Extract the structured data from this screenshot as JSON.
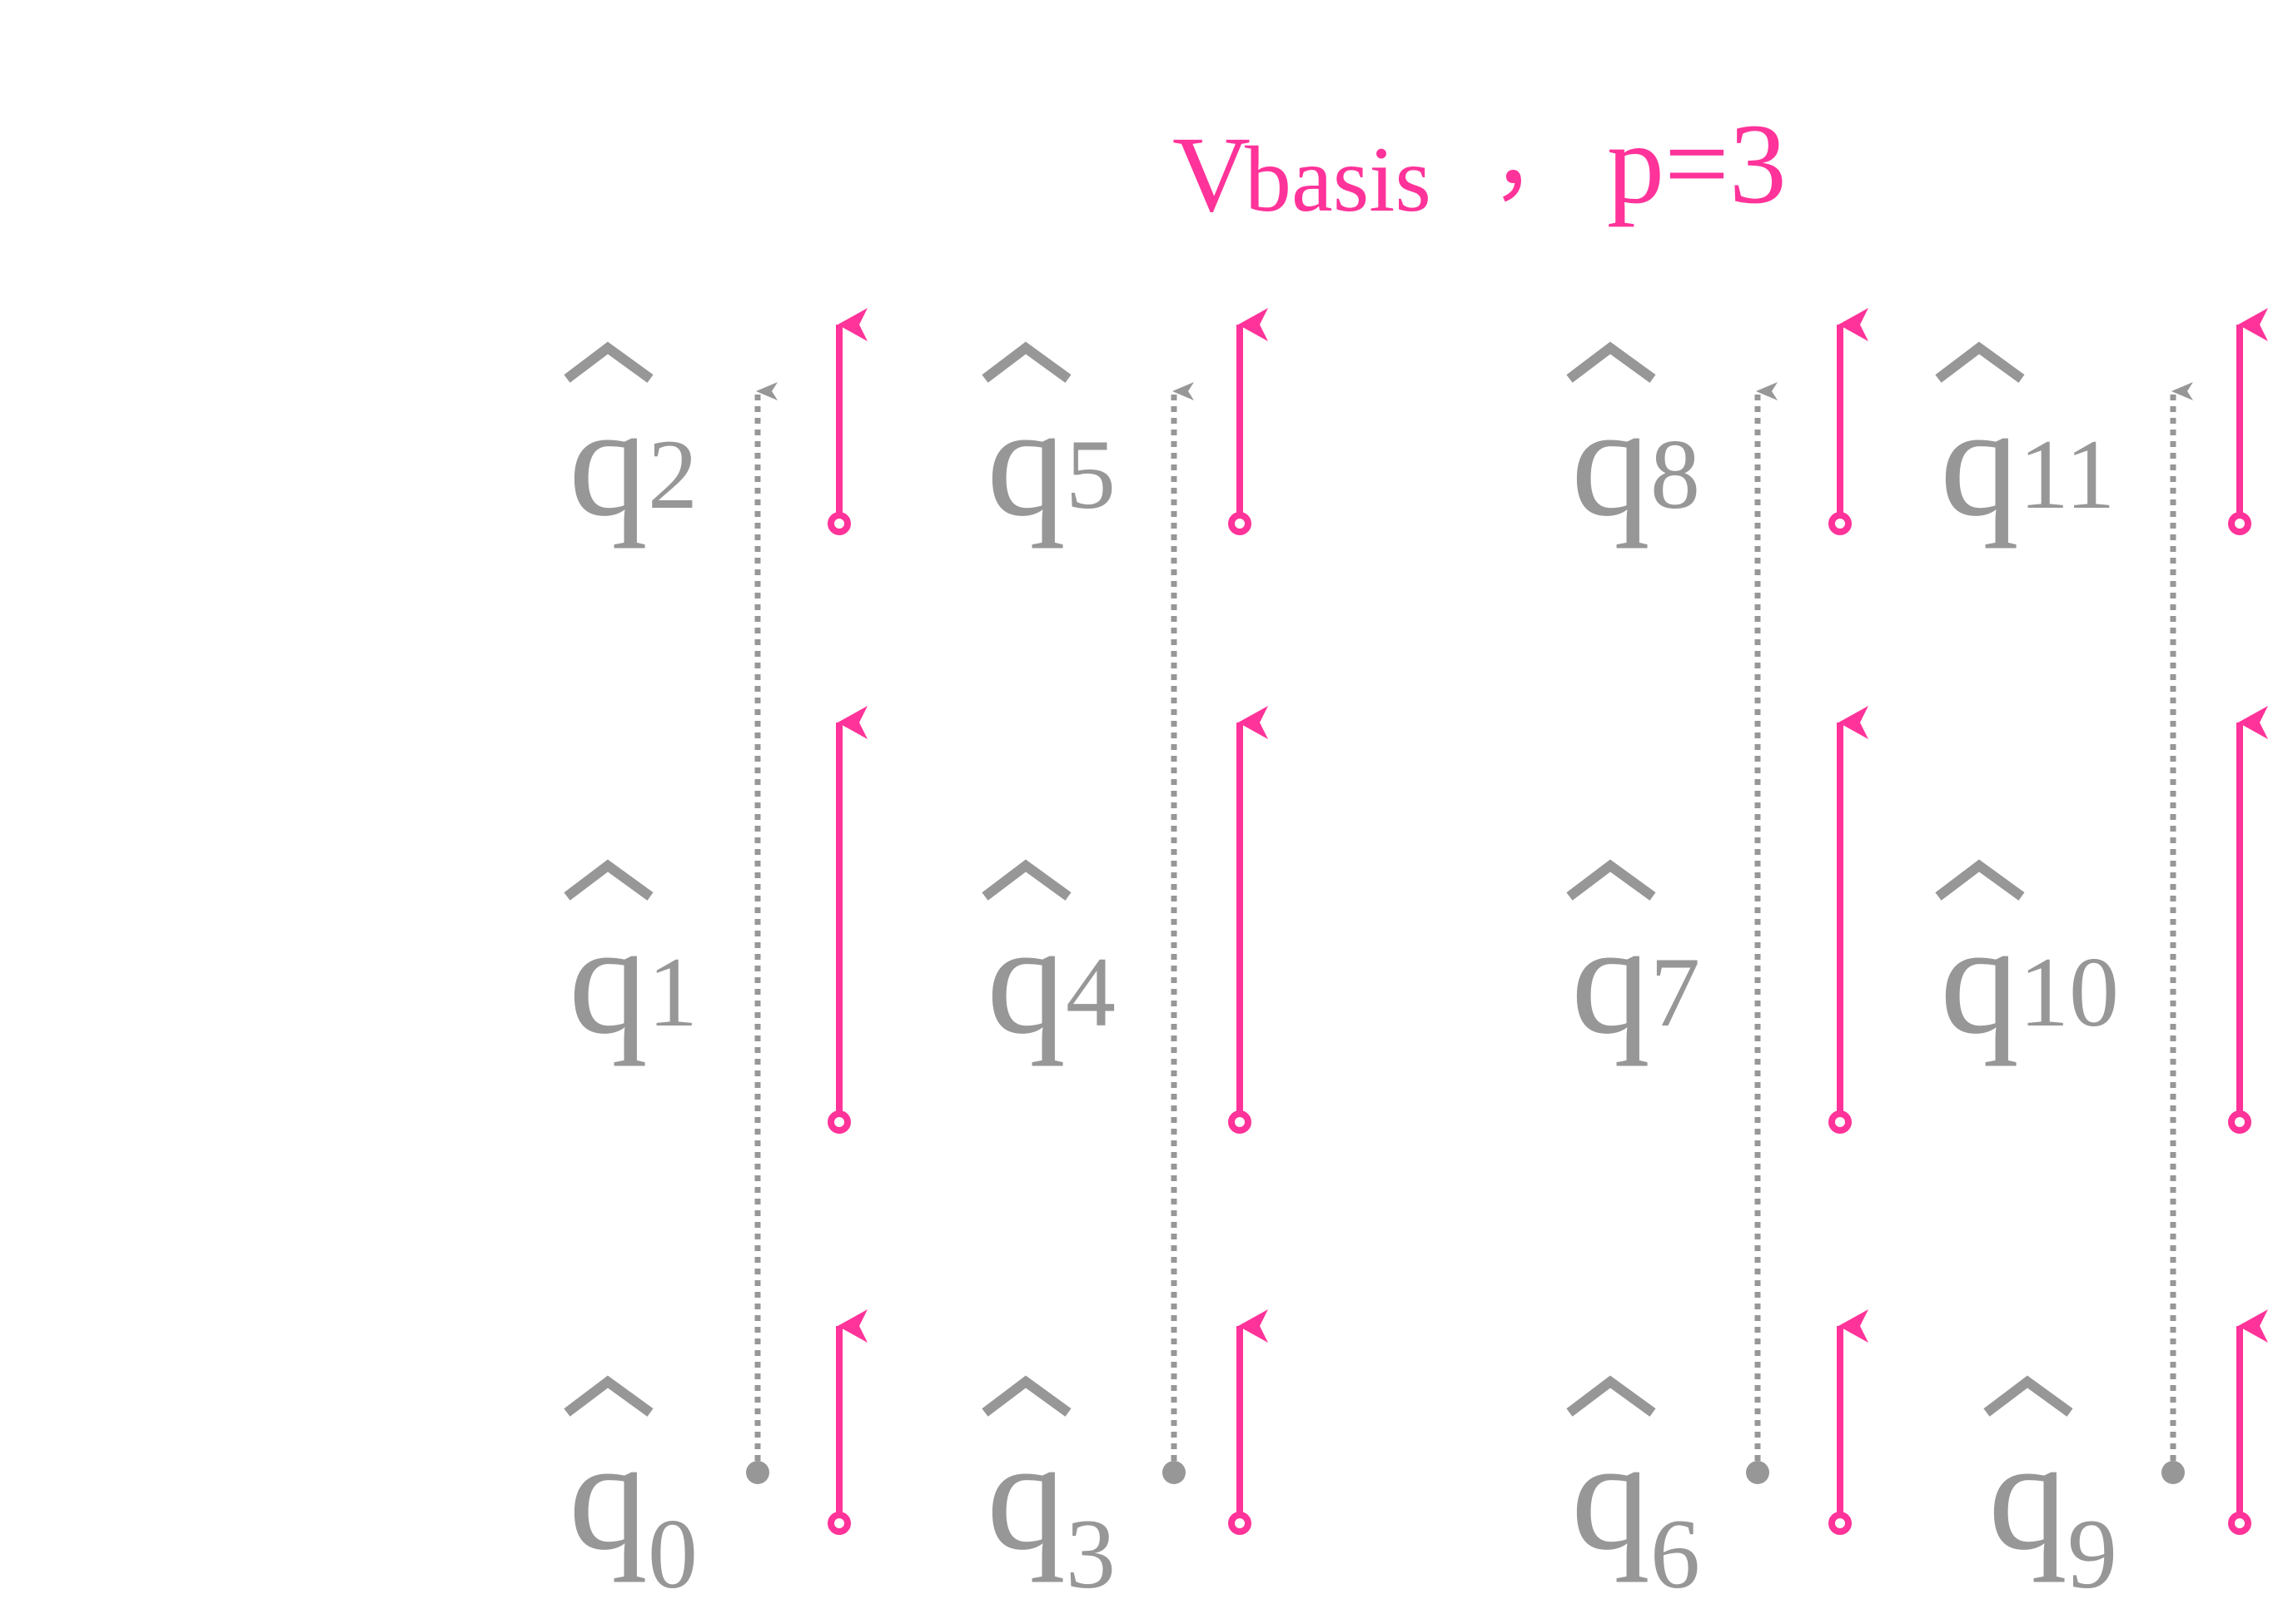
{
  "title": {
    "v_letter": "V",
    "v_subscript": "basis",
    "comma": "，",
    "p_text": "p=3"
  },
  "colors": {
    "accent": "#ff3399",
    "gray": "#979797",
    "background": "#ffffff"
  },
  "columns": [
    {
      "qubits": [
        {
          "base": "q",
          "sub": "0"
        },
        {
          "base": "q",
          "sub": "1"
        },
        {
          "base": "q",
          "sub": "2"
        }
      ]
    },
    {
      "qubits": [
        {
          "base": "q",
          "sub": "3"
        },
        {
          "base": "q",
          "sub": "4"
        },
        {
          "base": "q",
          "sub": "5"
        }
      ]
    },
    {
      "qubits": [
        {
          "base": "q",
          "sub": "6"
        },
        {
          "base": "q",
          "sub": "7"
        },
        {
          "base": "q",
          "sub": "8"
        }
      ]
    },
    {
      "qubits": [
        {
          "base": "q",
          "sub": "9"
        },
        {
          "base": "q",
          "sub": "10"
        },
        {
          "base": "q",
          "sub": "11"
        }
      ]
    }
  ]
}
